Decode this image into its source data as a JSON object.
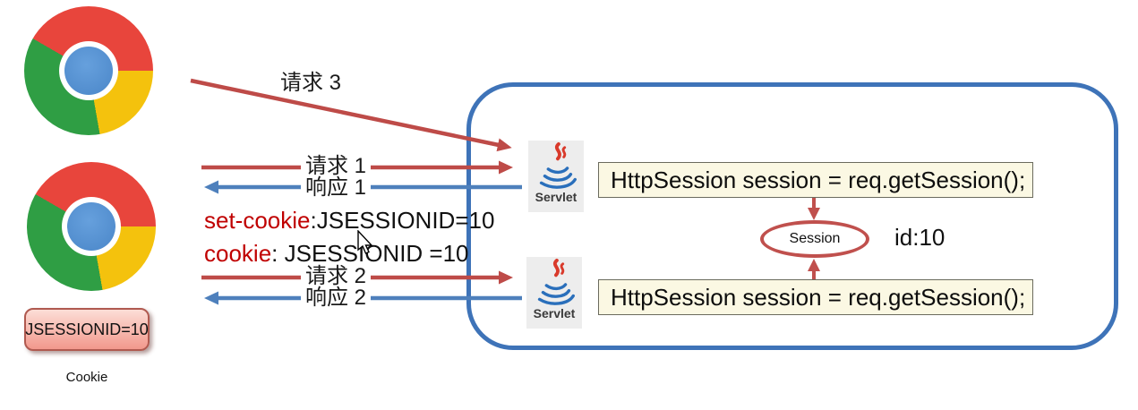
{
  "diagram": {
    "arrows": {
      "request3": "请求 3",
      "request1": "请求 1",
      "response1": "响应 1",
      "request2": "请求 2",
      "response2": "响应 2"
    },
    "cookie_headers": {
      "set_cookie_key": "set-cookie",
      "set_cookie_rest": ":JSESSIONID=10",
      "cookie_key": "cookie",
      "cookie_rest": ": JSESSIONID =10"
    },
    "server": {
      "servlet_label": "Servlet",
      "code_top": "HttpSession session = req.getSession();",
      "code_bottom": "HttpSession session = req.getSession();",
      "session_label": "Session",
      "session_id_label": "id:10"
    },
    "cookie_store": {
      "value": "JSESSIONID=10",
      "caption": "Cookie"
    },
    "colors": {
      "request_arrow": "#be4b48",
      "response_arrow": "#4e80bc",
      "server_border": "#3e73b8",
      "session_stroke": "#c0504d",
      "code_box_bg": "#fbf8e3",
      "header_key_text": "#c00000",
      "cookie_box_border": "#b05a50"
    }
  }
}
